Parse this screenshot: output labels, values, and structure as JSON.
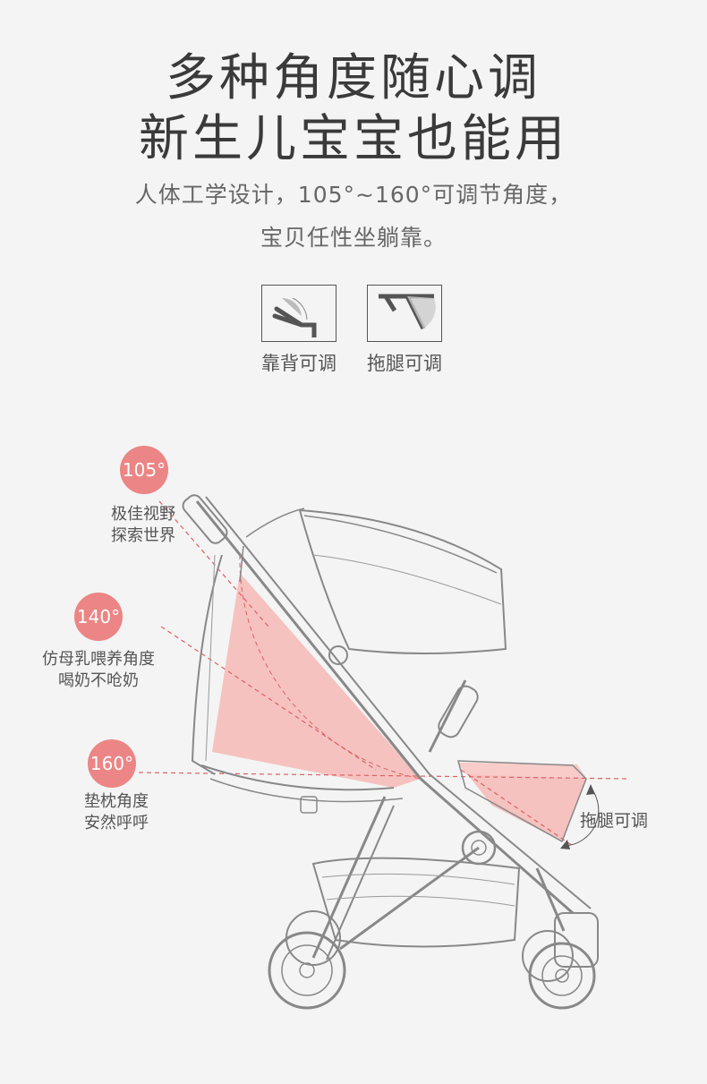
{
  "title": {
    "line1": "多种角度随心调",
    "line2": "新生儿宝宝也能用"
  },
  "description": {
    "line1": "人体工学设计，105°~160°可调节角度，",
    "line2": "宝贝任性坐躺靠。"
  },
  "adjustments": {
    "back": {
      "icon": "backrest-recline-icon",
      "label": "靠背可调"
    },
    "leg": {
      "icon": "legrest-adjust-icon",
      "label": "拖腿可调"
    }
  },
  "angles": [
    {
      "value": "105°",
      "line1": "极佳视野",
      "line2": "探索世界"
    },
    {
      "value": "140°",
      "line1": "仿母乳喂养角度",
      "line2": "喝奶不呛奶"
    },
    {
      "value": "160°",
      "line1": "垫枕角度",
      "line2": "安然呼呼"
    }
  ],
  "leg_rest_label": "拖腿可调",
  "colors": {
    "accent": "#ec8585",
    "highlight": "#f4b9b6",
    "line": "#8a8a8a",
    "background": "#f4f4f4"
  }
}
